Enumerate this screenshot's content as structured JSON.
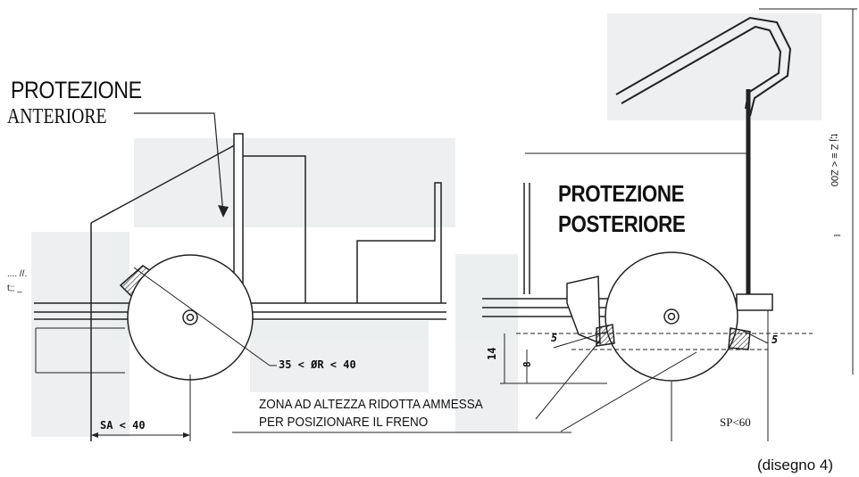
{
  "labels": {
    "front_title_line1": "PROTEZIONE",
    "front_title_line2": "ANTERIORE",
    "rear_title_line1": "PROTEZIONE",
    "rear_title_line2": "POSTERIORE",
    "zone_line1": "ZONA AD ALTEZZA RIDOTTA AMMESSA",
    "zone_line2": "PER POSIZIONARE IL FRENO",
    "radius_dim": "35 < ØR < 40",
    "sa_dim": "SA < 40",
    "sp_dim": "SP<60",
    "height_14": "14",
    "height_8": "8",
    "angle_5_left": "5",
    "angle_5_right": "5",
    "caption": "(disegno 4)",
    "rear_vertical_dim": "t;j Z ≡ < Z00",
    "rear_vertical_marks": "\"\"",
    "left_side_marks": "....  //.  t;;  _"
  }
}
